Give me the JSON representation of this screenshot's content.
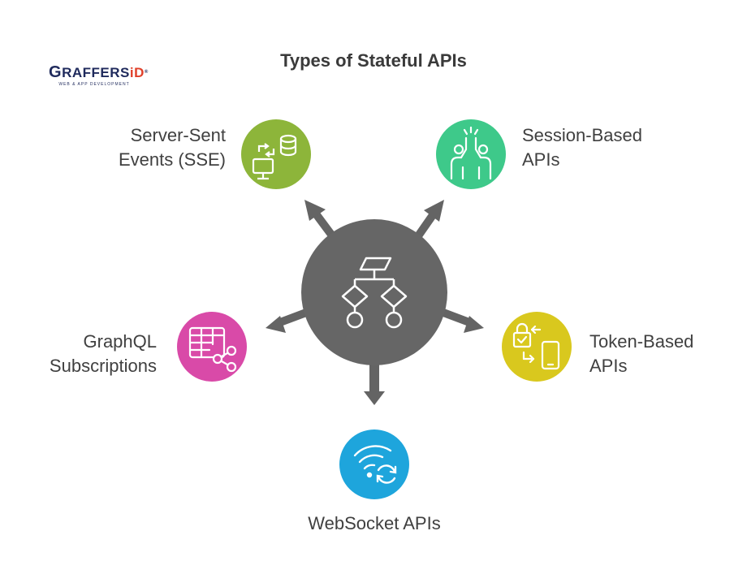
{
  "title": "Types of Stateful APIs",
  "logo": {
    "name_first": "G",
    "name_rest": "RAFFERS",
    "name_accent": "iD",
    "registered": "®",
    "tagline": "WEB & APP DEVELOPMENT"
  },
  "items": [
    {
      "line1": "Server-Sent",
      "line2": "Events (SSE)",
      "color": "#8db53a",
      "icon": "database-sync-icon"
    },
    {
      "line1": "Session-Based",
      "line2": "APIs",
      "color": "#3ec98a",
      "icon": "high-five-icon"
    },
    {
      "line1": "Token-Based",
      "line2": "APIs",
      "color": "#d9c81e",
      "icon": "lock-phone-exchange-icon"
    },
    {
      "line1": "WebSocket APIs",
      "line2": "",
      "color": "#1ea5dc",
      "icon": "wifi-sync-icon"
    },
    {
      "line1": "GraphQL",
      "line2": "Subscriptions",
      "color": "#d94aa8",
      "icon": "table-share-icon"
    }
  ],
  "hub": {
    "color": "#666666",
    "icon": "flowchart-icon"
  }
}
